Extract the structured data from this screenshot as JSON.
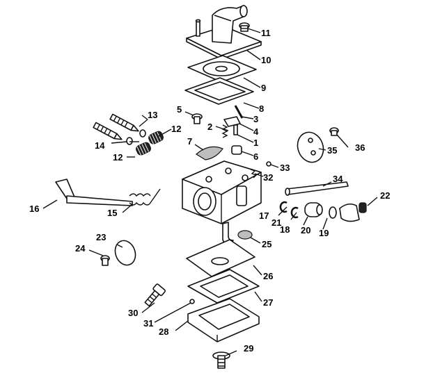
{
  "labels": {
    "l1": "1",
    "l2": "2",
    "l3": "3",
    "l4": "4",
    "l5": "5",
    "l6": "6",
    "l7": "7",
    "l8": "8",
    "l9": "9",
    "l10": "10",
    "l11": "11",
    "l12a": "12",
    "l12b": "12",
    "l13": "13",
    "l14": "14",
    "l15": "15",
    "l16": "16",
    "l17": "17",
    "l18": "18",
    "l19": "19",
    "l20": "20",
    "l21": "21",
    "l22": "22",
    "l23": "23",
    "l24": "24",
    "l25": "25",
    "l26": "26",
    "l27": "27",
    "l28": "28",
    "l29": "29",
    "l30": "30",
    "l31": "31",
    "l32": "32",
    "l33": "33",
    "l34": "34",
    "l35": "35",
    "l36": "36"
  }
}
